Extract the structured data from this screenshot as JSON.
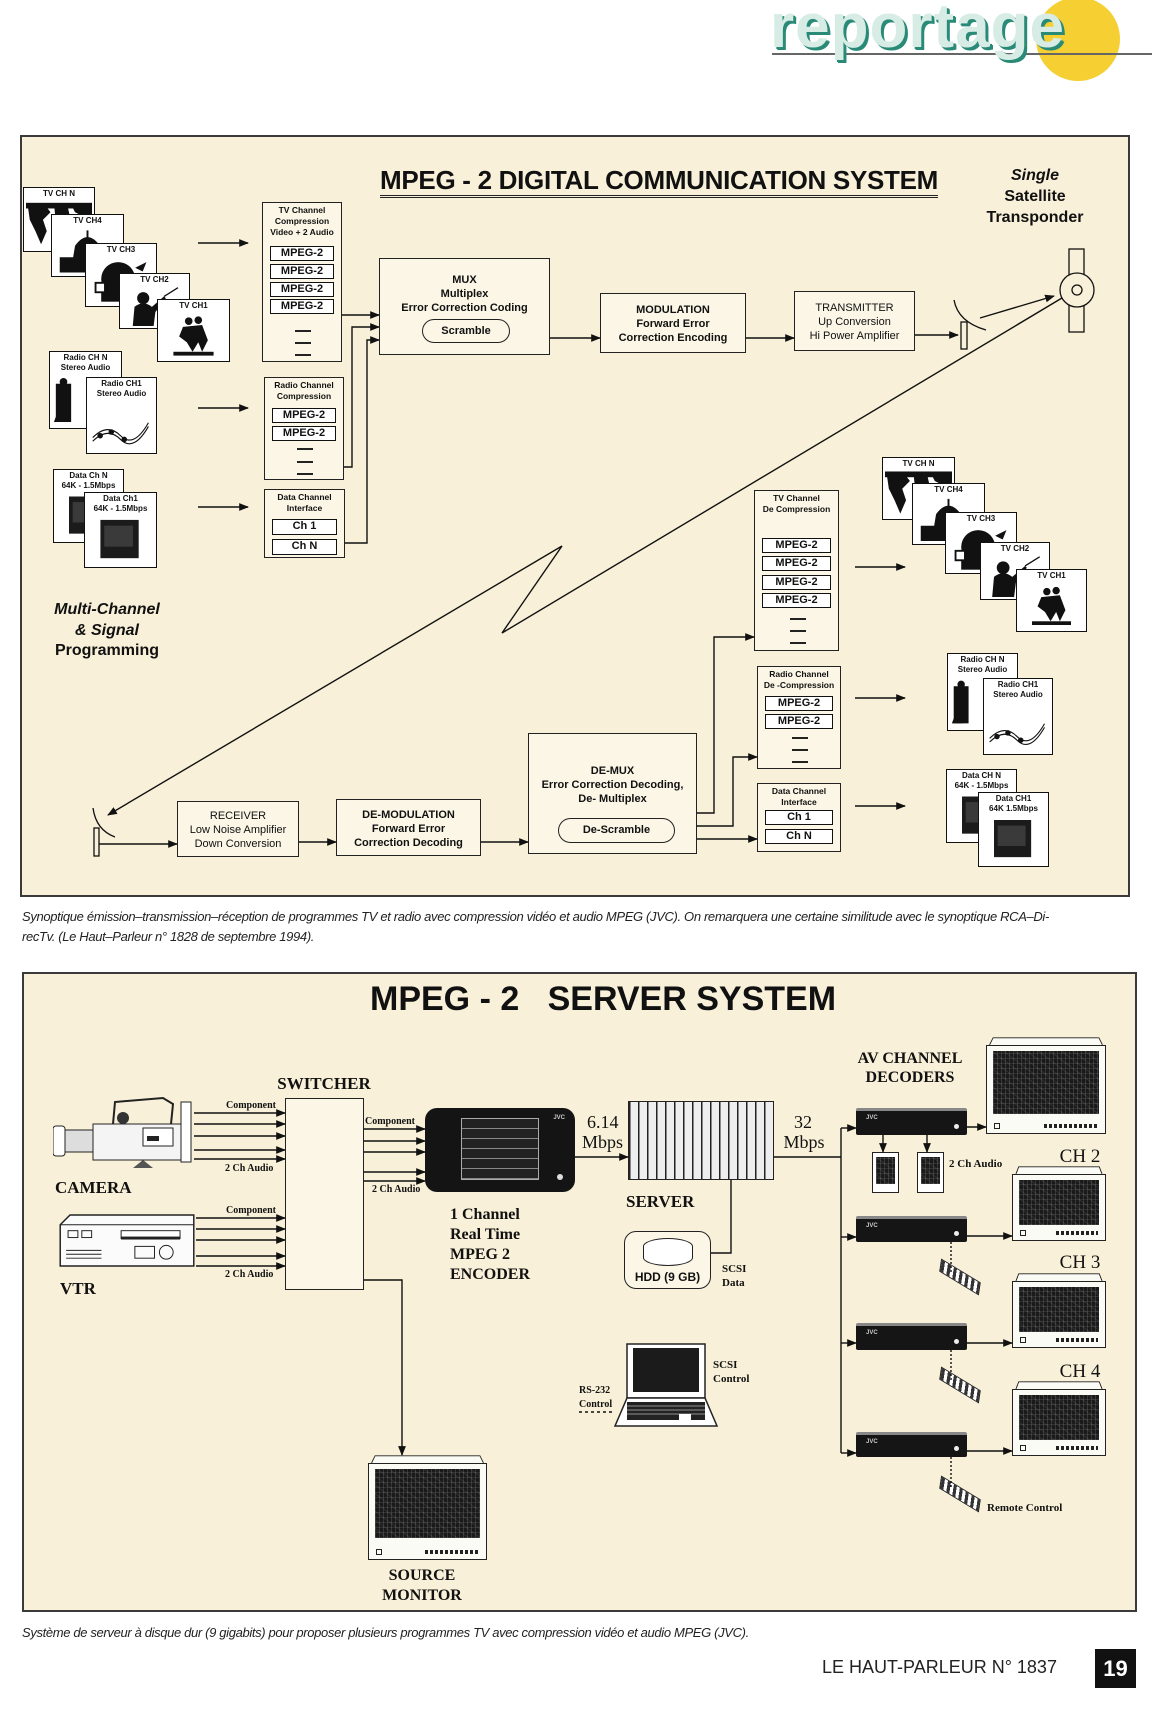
{
  "header": {
    "section_logo": "reportage"
  },
  "diagram1": {
    "title": "MPEG - 2 DIGITAL COMMUNICATION SYSTEM",
    "satellite_label": [
      "Single",
      "Satellite",
      "Transponder"
    ],
    "programming_label": [
      "Multi-Channel",
      "& Signal",
      "Programming"
    ],
    "tv_sources": [
      "TV CH N",
      "TV CH4",
      "TV CH3",
      "TV CH2",
      "TV CH1"
    ],
    "radio_sources": [
      [
        "Radio CH N",
        "Stereo Audio"
      ],
      [
        "Radio CH1",
        "Stereo Audio"
      ]
    ],
    "data_sources": [
      [
        "Data Ch N",
        "64K - 1.5Mbps"
      ],
      [
        "Data Ch1",
        "64K - 1.5Mbps"
      ]
    ],
    "tv_compression": {
      "title": [
        "TV Channel",
        "Compression",
        "Video + 2 Audio"
      ],
      "slots": [
        "MPEG-2",
        "MPEG-2",
        "MPEG-2",
        "MPEG-2"
      ]
    },
    "radio_compression": {
      "title": [
        "Radio Channel",
        "Compression"
      ],
      "slots": [
        "MPEG-2",
        "MPEG-2"
      ]
    },
    "data_interface": {
      "title": [
        "Data Channel",
        "Interface"
      ],
      "slots": [
        "Ch 1",
        "Ch N"
      ]
    },
    "mux": {
      "lines": [
        "MUX",
        "Multiplex",
        "Error Correction Coding"
      ],
      "button": "Scramble"
    },
    "modulation": {
      "lines": [
        "MODULATION",
        "Forward Error",
        "Correction Encoding"
      ]
    },
    "transmitter": {
      "lines": [
        "TRANSMITTER",
        "Up Conversion",
        "Hi Power Amplifier"
      ]
    },
    "receiver": {
      "lines": [
        "RECEIVER",
        "Low Noise Amplifier",
        "Down Conversion"
      ]
    },
    "demodulation": {
      "lines": [
        "DE-MODULATION",
        "Forward Error",
        "Correction Decoding"
      ]
    },
    "demux": {
      "lines": [
        "DE-MUX",
        "Error Correction Decoding,",
        "De- Multiplex"
      ],
      "button": "De-Scramble"
    },
    "tv_decompression": {
      "title": [
        "TV Channel",
        "De Compression"
      ],
      "slots": [
        "MPEG-2",
        "MPEG-2",
        "MPEG-2",
        "MPEG-2"
      ]
    },
    "radio_decompression": {
      "title": [
        "Radio Channel",
        "De -Compression"
      ],
      "slots": [
        "MPEG-2",
        "MPEG-2"
      ]
    },
    "data_out_interface": {
      "title": [
        "Data Channel",
        "Interface"
      ],
      "slots": [
        "Ch 1",
        "Ch N"
      ]
    },
    "tv_outputs": [
      "TV CH N",
      "TV CH4",
      "TV CH3",
      "TV CH2",
      "TV CH1"
    ],
    "radio_outputs": [
      [
        "Radio CH N",
        "Stereo Audio"
      ],
      [
        "Radio CH1",
        "Stereo Audio"
      ]
    ],
    "data_outputs": [
      [
        "Data CH N",
        "64K - 1.5Mbps"
      ],
      [
        "Data CH1",
        "64K 1.5Mbps"
      ]
    ]
  },
  "caption1": [
    "Synoptique émission–transmission–réception de programmes TV et radio avec compression vidéo et audio MPEG (JVC). On remarquera une certaine similitude avec le synoptique RCA–Di-",
    "recTv. (Le Haut–Parleur n° 1828 de septembre 1994)."
  ],
  "diagram2": {
    "title": "MPEG - 2   SERVER SYSTEM",
    "camera_label": "CAMERA",
    "vtr_label": "VTR",
    "switcher_label": "SWITCHER",
    "input_labels": {
      "camera_component": "Component",
      "camera_audio": "2 Ch Audio",
      "vtr_component": "Component",
      "vtr_audio": "2 Ch Audio"
    },
    "switcher_out": {
      "component": "Component",
      "audio": "2 Ch Audio"
    },
    "encoder": {
      "brand": "JVC",
      "label": [
        "1 Channel",
        "Real Time",
        "MPEG 2",
        "ENCODER"
      ]
    },
    "encoder_rate": [
      "6.14",
      "Mbps"
    ],
    "server_label": "SERVER",
    "server_rate": [
      "32",
      "Mbps"
    ],
    "hdd_label": "HDD (9 GB)",
    "scsi_data": [
      "SCSI",
      "Data"
    ],
    "rs232": [
      "RS-232",
      "Control"
    ],
    "scsi_control": [
      "SCSI",
      "Control"
    ],
    "source_monitor": [
      "SOURCE",
      "MONITOR"
    ],
    "decoders_label": [
      "AV CHANNEL",
      "DECODERS"
    ],
    "decoder_brand": "JVC",
    "audio_label": "2 Ch Audio",
    "channels": [
      "CH 2",
      "CH 3",
      "CH 4"
    ],
    "remote_label": "Remote Control"
  },
  "caption2": "Système de serveur à disque dur (9 gigabits) pour proposer plusieurs programmes TV avec compression vidéo et audio MPEG (JVC).",
  "footer": {
    "publication": "LE HAUT-PARLEUR N° 1837",
    "page": "19"
  },
  "colors": {
    "diagram_bg": "#f8f0d8",
    "logo_circle": "#f6cf33",
    "logo_text": "#d6ece5",
    "logo_shadow": "#2a8a78"
  }
}
